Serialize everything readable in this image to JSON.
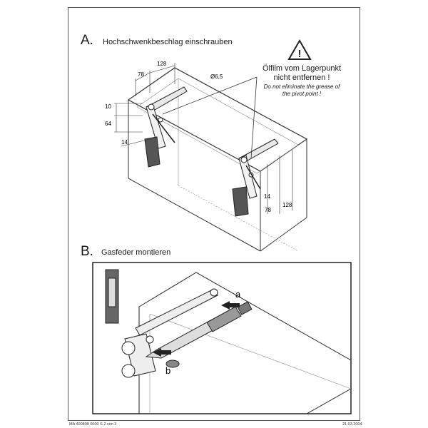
{
  "section_a": {
    "letter": "A.",
    "title": "Hochschwenkbeschlag einschrauben"
  },
  "warning": {
    "symbol": "!",
    "de_line1": "Ölfilm vom Lagerpunkt",
    "de_line2": "nicht entfernen !",
    "en_line1": "Do not eliminate the grease of",
    "en_line2": "the pivot point !"
  },
  "dimensions_a": {
    "top_78": "78",
    "top_128": "128",
    "hole": "Ø6,5",
    "left_10": "10",
    "left_64": "64",
    "bottom_14": "14",
    "right_14": "14",
    "right_78": "78",
    "right_128": "128"
  },
  "section_b": {
    "letter": "B.",
    "title": "Gasfeder montieren",
    "label_a": "a",
    "label_b": "b"
  },
  "footer": {
    "left": "MA 400808 0000 S.2 von 3",
    "right": "21.03.2004"
  }
}
